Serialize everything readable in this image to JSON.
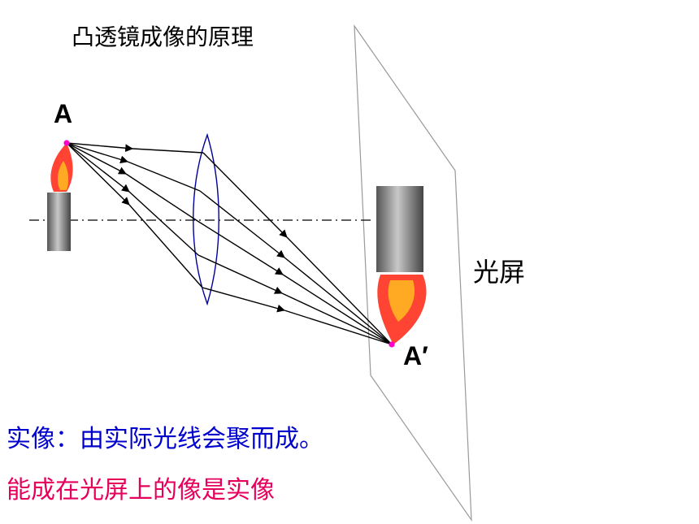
{
  "title": "凸透镜成像的原理",
  "object_point_label": "A",
  "image_point_label": "A′",
  "screen_label": "光屏",
  "notes": [
    {
      "text": "实像：由实际光线会聚而成。",
      "color": "#0000cc"
    },
    {
      "text": "能成在光屏上的像是实像",
      "color": "#e6005c"
    }
  ],
  "colors": {
    "lens": "#000099",
    "point": "#ff00cc",
    "flame_outer": "#ff4433",
    "flame_inner": "#ffaa22",
    "rays": "#000000"
  }
}
